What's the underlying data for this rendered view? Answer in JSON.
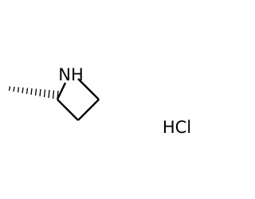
{
  "molecule": {
    "ring_atom_label": "NH",
    "counterion": "HCl"
  },
  "colors": {
    "background": "#ffffff",
    "bond": "#000000",
    "text": "#000000"
  },
  "stereo": {
    "wedge_type": "hashed"
  }
}
